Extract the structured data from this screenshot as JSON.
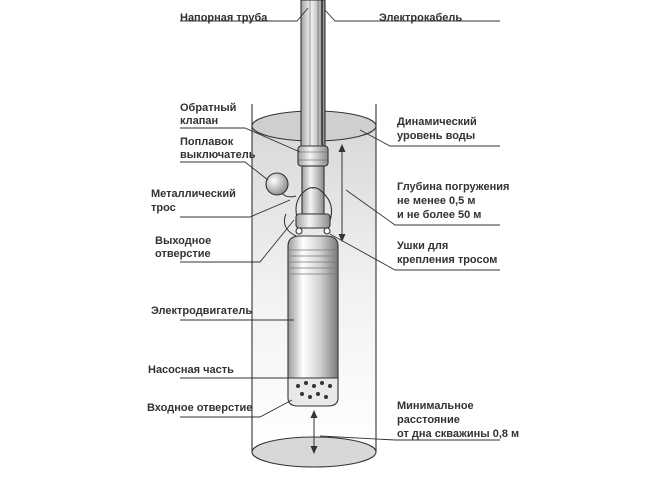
{
  "colors": {
    "line": "#333333",
    "water_fill": "#e6e6e6",
    "surface_fill": "#c8c8c8",
    "bottom_fill": "#d8d8d8"
  },
  "labels": {
    "pressure_pipe": "Напорная труба",
    "cable": "Электрокабель",
    "check_valve_1": "Обратный",
    "check_valve_2": "клапан",
    "float_switch_1": "Поплавок",
    "float_switch_2": "выключатель",
    "metal_cable_1": "Металлический",
    "metal_cable_2": "трос",
    "outlet_1": "Выходное",
    "outlet_2": "отверстие",
    "motor": "Электродвигатель",
    "pump_part": "Насосная часть",
    "inlet": "Входное отверстие",
    "dynamic_level_1": "Динамический",
    "dynamic_level_2": "уровень воды",
    "depth_1": "Глубина погружения",
    "depth_2": "не менее 0,5 м",
    "depth_3": "и не более 50 м",
    "lugs_1": "Ушки для",
    "lugs_2": "крепления тросом",
    "min_dist_1": "Минимальное",
    "min_dist_2": "расстояние",
    "min_dist_3": "от дна скважины 0,8 м"
  }
}
